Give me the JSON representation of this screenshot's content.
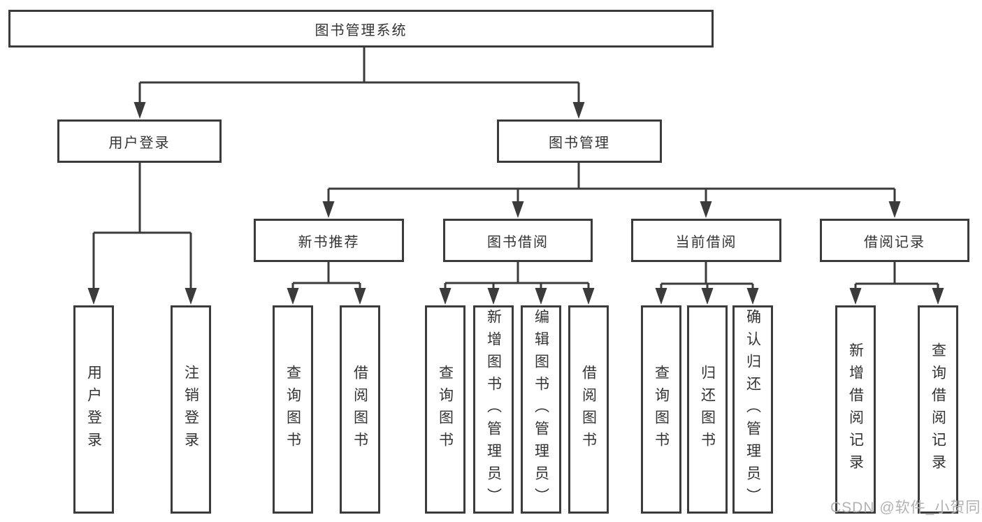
{
  "diagram": {
    "root": "图书管理系统",
    "level2": [
      "用户登录",
      "图书管理"
    ],
    "level3": [
      "新书推荐",
      "图书借阅",
      "当前借阅",
      "借阅记录"
    ],
    "leaves": [
      "用户登录",
      "注销登录",
      "查询图书",
      "借阅图书",
      "查询图书",
      "新增图书（管理员）",
      "编辑图书（管理员）",
      "借阅图书",
      "查询图书",
      "归还图书",
      "确认归还（管理员）",
      "新增借阅记录",
      "查询借阅记录"
    ]
  },
  "watermark": "CSDN @软件_小贺同学",
  "colors": {
    "line": "#3b3b3b",
    "text": "#333333",
    "watermark": "#b2b2b2",
    "background": "#ffffff"
  }
}
